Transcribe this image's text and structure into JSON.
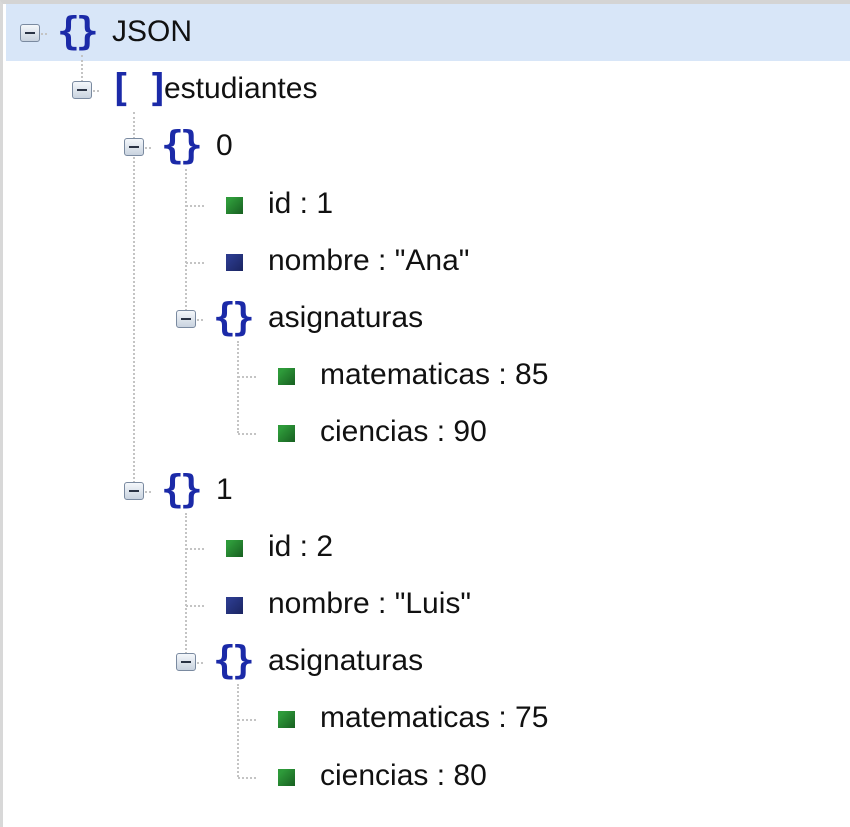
{
  "colors": {
    "selected": "#d8e6f8",
    "brace": "#1b2aa8",
    "number_leaf": "#2e9a3a",
    "string_leaf": "#2b3a8c"
  },
  "tree": {
    "label": "JSON",
    "type": "object",
    "selected": true,
    "children": [
      {
        "label": "estudiantes",
        "type": "array",
        "children": [
          {
            "label": "0",
            "type": "object",
            "children": [
              {
                "label": "id : 1",
                "type": "number"
              },
              {
                "label": "nombre : \"Ana\"",
                "type": "string"
              },
              {
                "label": "asignaturas",
                "type": "object",
                "children": [
                  {
                    "label": "matematicas : 85",
                    "type": "number"
                  },
                  {
                    "label": "ciencias : 90",
                    "type": "number"
                  }
                ]
              }
            ]
          },
          {
            "label": "1",
            "type": "object",
            "children": [
              {
                "label": "id : 2",
                "type": "number"
              },
              {
                "label": "nombre : \"Luis\"",
                "type": "string"
              },
              {
                "label": "asignaturas",
                "type": "object",
                "children": [
                  {
                    "label": "matematicas : 75",
                    "type": "number"
                  },
                  {
                    "label": "ciencias : 80",
                    "type": "number"
                  }
                ]
              }
            ]
          }
        ]
      }
    ]
  }
}
